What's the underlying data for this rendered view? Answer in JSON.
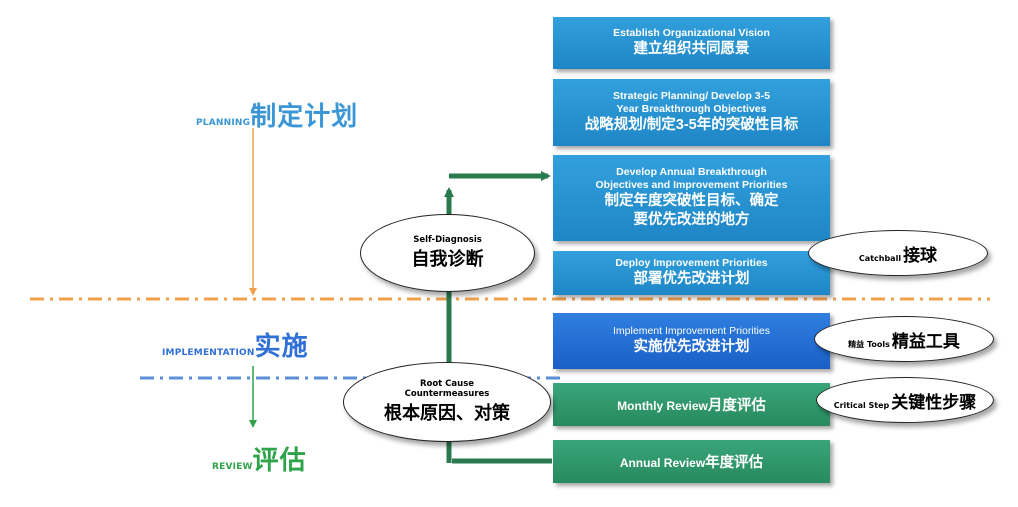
{
  "phases": {
    "planning": {
      "en": "PLANNING",
      "zh": "制定计划",
      "color": "#3b96d6"
    },
    "implementation": {
      "en": "IMPLEMENTATION",
      "zh": "实施",
      "color": "#2f6fd6"
    },
    "review": {
      "en": "REVIEW",
      "zh": "评估",
      "color": "#2ea34a"
    }
  },
  "boxes": {
    "vision": {
      "en": "Establish Organizational Vision",
      "zh": "建立组织共同愿景"
    },
    "strategic": {
      "en1": "Strategic Planning/ Develop 3-5",
      "en2": "Year Breakthrough Objectives",
      "zh": "战略规划/制定3-5年的突破性目标"
    },
    "annual": {
      "en1": "Develop Annual Breakthrough",
      "en2": "Objectives and Improvement Priorities",
      "zh1": "制定年度突破性目标、确定",
      "zh2": "要优先改进的地方"
    },
    "deploy": {
      "en": "Deploy Improvement Priorities",
      "zh": "部署优先改进计划"
    },
    "implement": {
      "en": "Implement Improvement Priorities",
      "zh": "实施优先改进计划"
    },
    "monthly": {
      "en": "Monthly Review",
      "zh": "月度评估"
    },
    "annual_review": {
      "en": "Annual Review",
      "zh": "年度评估"
    }
  },
  "ovals": {
    "self_diagnosis": {
      "en": "Self-Diagnosis",
      "zh": "自我诊断"
    },
    "root_cause": {
      "en1": "Root Cause",
      "en2": "Countermeasures",
      "zh": "根本原因、对策"
    },
    "catchball": {
      "en": "Catchball",
      "zh": "接球"
    },
    "tools": {
      "en": "精益 Tools",
      "zh": "精益工具"
    },
    "critical_step": {
      "en": "Critical Step",
      "zh": "关键性步骤"
    }
  },
  "colors": {
    "box_blue": "#2892d2",
    "box_blue_dark": "#2266d0",
    "box_green": "#2f9468",
    "arrow_green": "#2b7a4f",
    "dashed_orange": "#f0a04b",
    "dashed_blue": "#5b8fd8"
  }
}
